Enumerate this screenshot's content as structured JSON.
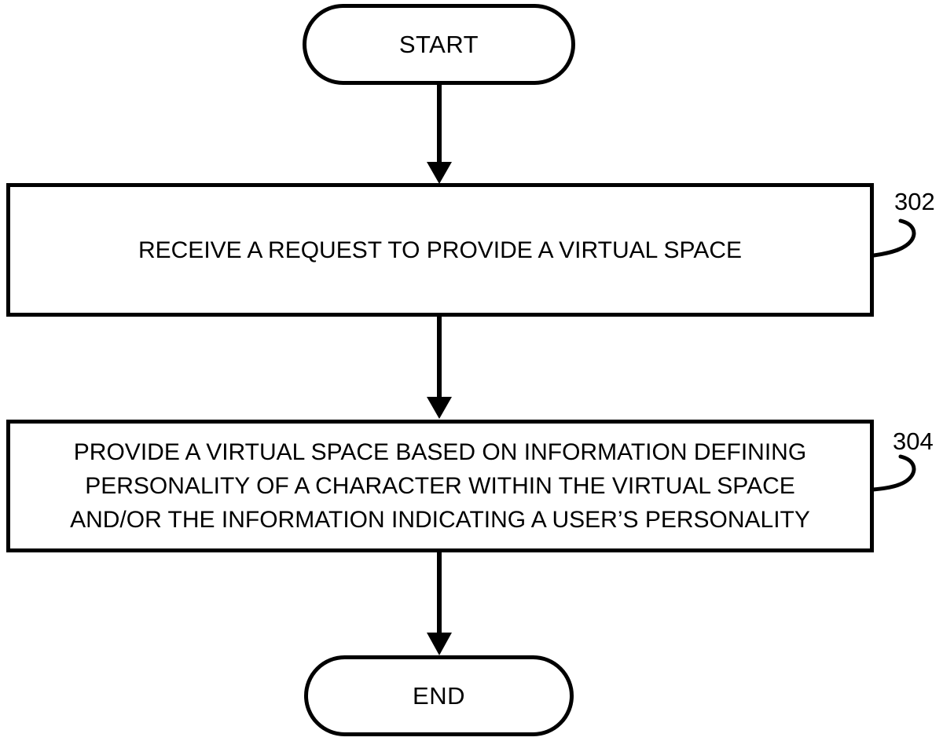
{
  "figure": {
    "type": "flowchart",
    "background_color": "#ffffff",
    "line_color": "#000000"
  },
  "nodes": {
    "start": {
      "label": "START"
    },
    "step_302": {
      "ref": "302",
      "lines": [
        "RECEIVE A REQUEST TO PROVIDE A VIRTUAL SPACE"
      ]
    },
    "step_304": {
      "ref": "304",
      "lines": [
        "PROVIDE A VIRTUAL SPACE BASED ON INFORMATION DEFINING",
        "PERSONALITY OF A CHARACTER WITHIN THE VIRTUAL SPACE",
        "AND/OR THE INFORMATION INDICATING A USER’S PERSONALITY"
      ]
    },
    "end": {
      "label": "END"
    }
  },
  "edges": [
    {
      "from": "start",
      "to": "step_302"
    },
    {
      "from": "step_302",
      "to": "step_304"
    },
    {
      "from": "step_304",
      "to": "end"
    }
  ]
}
